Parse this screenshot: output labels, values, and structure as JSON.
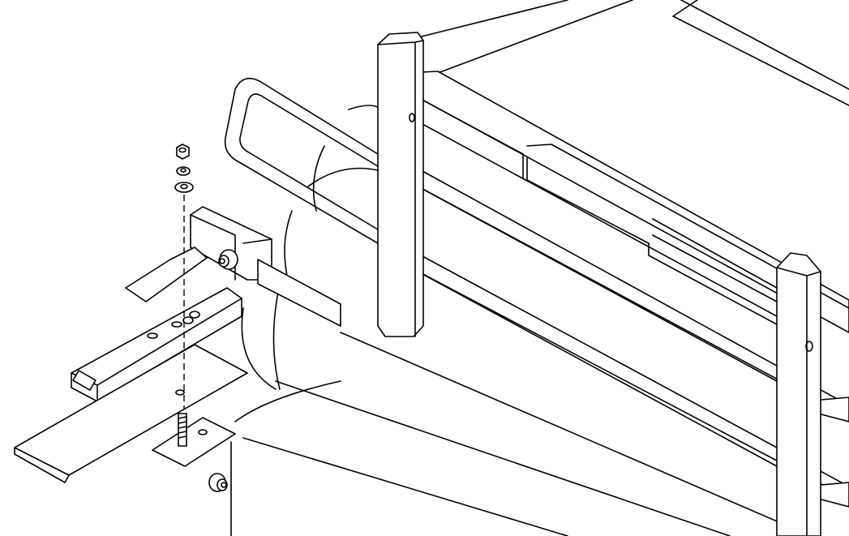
{
  "drawing": {
    "kind": "exploded assembly line drawing",
    "line_color": "#000000",
    "background_color": "#ffffff",
    "parts": [
      "headache-rack",
      "left-post",
      "right-post",
      "rails",
      "mounting-bracket",
      "nut",
      "lock-washer",
      "flat-washer",
      "stud-plate",
      "bed-rail-plate",
      "bolt"
    ]
  }
}
